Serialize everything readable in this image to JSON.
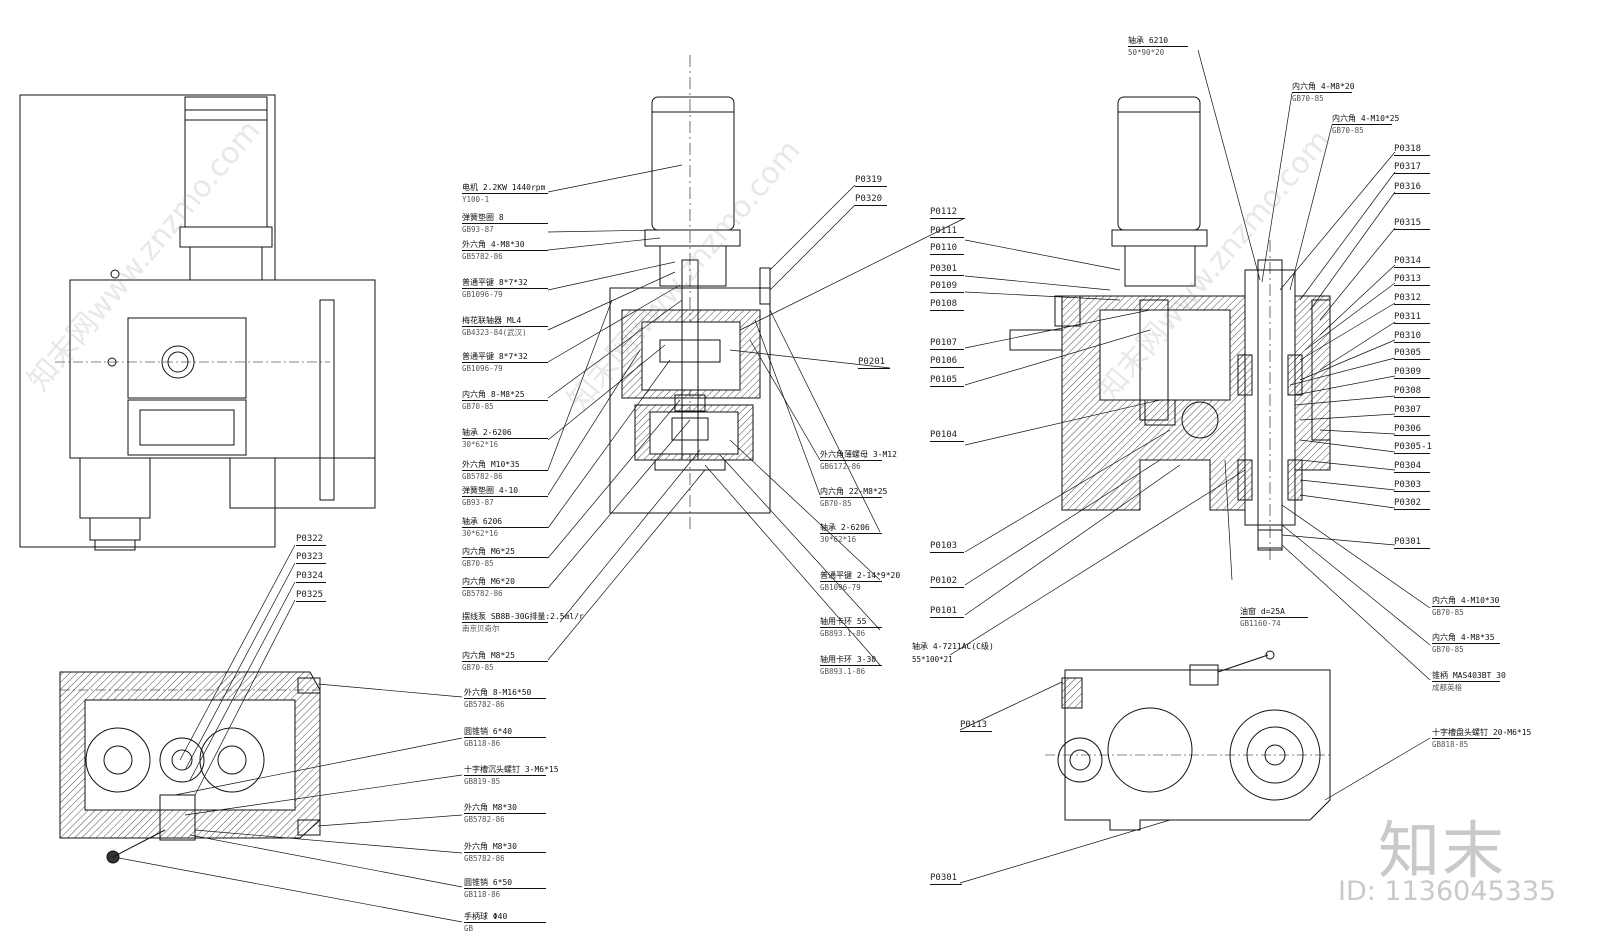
{
  "watermark": {
    "logo": "知末",
    "id": "ID: 1136045335",
    "diag": "知末网www.znzmo.com"
  },
  "middle_callouts": [
    {
      "text": "电机 2.2KW 1440rpm",
      "std": "Y100-1"
    },
    {
      "text": "弹簧垫圈 8",
      "std": "GB93-87"
    },
    {
      "text": "外六角 4-M8*30",
      "std": "GB5782-86"
    },
    {
      "text": "普通平键 8*7*32",
      "std": "GB1096-79"
    },
    {
      "text": "梅花联轴器 ML4",
      "std": "GB4323-84(武汉)"
    },
    {
      "text": "普通平键 8*7*32",
      "std": "GB1096-79"
    },
    {
      "text": "内六角 8-M8*25",
      "std": "GB70-85"
    },
    {
      "text": "轴承 2-6206",
      "std": "30*62*16"
    },
    {
      "text": "外六角 M10*35",
      "std": "GB5782-86"
    },
    {
      "text": "弹簧垫圈 4-10",
      "std": "GB93-87"
    },
    {
      "text": "轴承 6206",
      "std": "30*62*16"
    },
    {
      "text": "内六角 M6*25",
      "std": "GB70-85"
    },
    {
      "text": "内六角 M6*20",
      "std": "GB5782-86"
    },
    {
      "text": "摆线泵 SB8B-30G排量:2.5ml/r",
      "std": "南京贝奇尔"
    },
    {
      "text": "内六角 M8*25",
      "std": "GB70-85"
    }
  ],
  "middle_right_callouts": [
    {
      "text": "外六角薄螺母 3-M12",
      "std": "GB6172-86"
    },
    {
      "text": "内六角 22-M8*25",
      "std": "GB70-85"
    },
    {
      "text": "轴承 2-6206",
      "std": "30*62*16"
    },
    {
      "text": "普通平键 2-14*9*20",
      "std": "GB1096-79"
    },
    {
      "text": "轴用卡环 55",
      "std": "GB893.1-86"
    },
    {
      "text": "轴用卡环 3-30",
      "std": "GB893.1-86"
    }
  ],
  "middle_part_numbers": [
    "P0319",
    "P0320",
    "P0201"
  ],
  "center_part_numbers": [
    "P0112",
    "P0111",
    "P0110",
    "P0301",
    "P0109",
    "P0108",
    "P0107",
    "P0106",
    "P0105",
    "P0104",
    "P0103",
    "P0102",
    "P0101"
  ],
  "center_bottom_callout": {
    "text": "轴承 4-7211AC(C级)",
    "std": "55*100*21"
  },
  "right_top_callouts": [
    {
      "text": "轴承 6210",
      "std": "50*90*20"
    },
    {
      "text": "内六角 4-M8*20",
      "std": "GB70-85"
    },
    {
      "text": "内六角 4-M10*25",
      "std": "GB70-85"
    }
  ],
  "right_part_numbers": [
    "P0318",
    "P0317",
    "P0316",
    "P0315",
    "P0314",
    "P0313",
    "P0312",
    "P0311",
    "P0310",
    "P0305",
    "P0309",
    "P0308",
    "P0307",
    "P0306",
    "P0305-1",
    "P0304",
    "P0303",
    "P0302",
    "P0301"
  ],
  "right_bottom_callouts": [
    {
      "text": "油窗 d=25A",
      "std": "GB1160-74"
    },
    {
      "text": "内六角 4-M10*30",
      "std": "GB70-85"
    },
    {
      "text": "内六角 4-M8*35",
      "std": "GB70-85"
    },
    {
      "text": "锥柄 MAS403BT 30",
      "std": "成都英格"
    },
    {
      "text": "十字槽盘头螺钉 20-M6*15",
      "std": "GB818-85"
    }
  ],
  "right_lower_part_numbers": [
    "P0113",
    "P0301"
  ],
  "left_part_numbers": [
    "P0322",
    "P0323",
    "P0324",
    "P0325"
  ],
  "lower_left_callouts": [
    {
      "text": "外六角 8-M16*50",
      "std": "GB5782-86"
    },
    {
      "text": "圆锥销 6*40",
      "std": "GB118-86"
    },
    {
      "text": "十字槽沉头螺钉 3-M6*15",
      "std": "GB819-85"
    },
    {
      "text": "外六角 M8*30",
      "std": "GB5782-86"
    },
    {
      "text": "外六角 M8*30",
      "std": "GB5782-86"
    },
    {
      "text": "圆锥销 6*50",
      "std": "GB118-86"
    },
    {
      "text": "手柄球 Φ40",
      "std": "GB"
    }
  ]
}
